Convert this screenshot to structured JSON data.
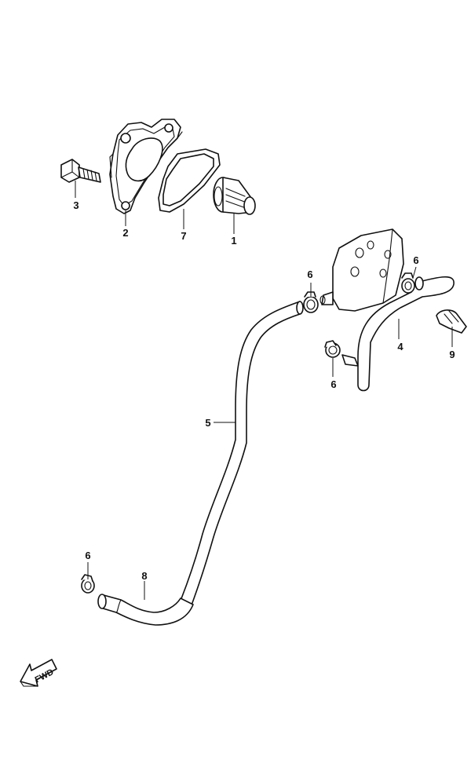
{
  "callouts": [
    {
      "id": "c1",
      "label": "1"
    },
    {
      "id": "c2",
      "label": "2"
    },
    {
      "id": "c3",
      "label": "3"
    },
    {
      "id": "c4",
      "label": "4"
    },
    {
      "id": "c5",
      "label": "5"
    },
    {
      "id": "c6a",
      "label": "6"
    },
    {
      "id": "c6b",
      "label": "6"
    },
    {
      "id": "c6c",
      "label": "6"
    },
    {
      "id": "c6d",
      "label": "6"
    },
    {
      "id": "c7",
      "label": "7"
    },
    {
      "id": "c8",
      "label": "8"
    },
    {
      "id": "c9",
      "label": "9"
    }
  ],
  "direction_arrow": {
    "label": "FWD",
    "icon": "fwd-arrow-icon"
  }
}
